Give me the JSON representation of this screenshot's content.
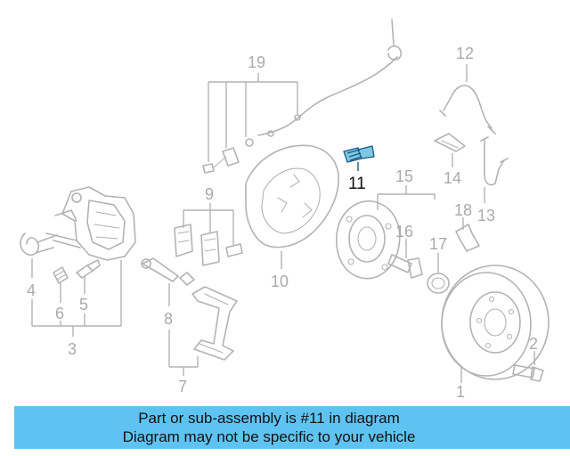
{
  "diagram": {
    "highlight_color": "#7ec8e3",
    "callouts": [
      {
        "id": "c1",
        "text": "1"
      },
      {
        "id": "c2",
        "text": "2"
      },
      {
        "id": "c3",
        "text": "3"
      },
      {
        "id": "c4",
        "text": "4"
      },
      {
        "id": "c5",
        "text": "5"
      },
      {
        "id": "c6",
        "text": "6"
      },
      {
        "id": "c7",
        "text": "7"
      },
      {
        "id": "c8",
        "text": "8"
      },
      {
        "id": "c9",
        "text": "9"
      },
      {
        "id": "c10",
        "text": "10"
      },
      {
        "id": "c11",
        "text": "11",
        "highlighted": true
      },
      {
        "id": "c12",
        "text": "12"
      },
      {
        "id": "c13",
        "text": "13"
      },
      {
        "id": "c14",
        "text": "14"
      },
      {
        "id": "c15",
        "text": "15"
      },
      {
        "id": "c16",
        "text": "16"
      },
      {
        "id": "c17",
        "text": "17"
      },
      {
        "id": "c18",
        "text": "18"
      },
      {
        "id": "c19",
        "text": "19"
      }
    ]
  },
  "banner": {
    "background": "#5fc3f1",
    "line1": "Part or sub-assembly is #11 in diagram",
    "line2": "Diagram may not be specific to your vehicle"
  }
}
